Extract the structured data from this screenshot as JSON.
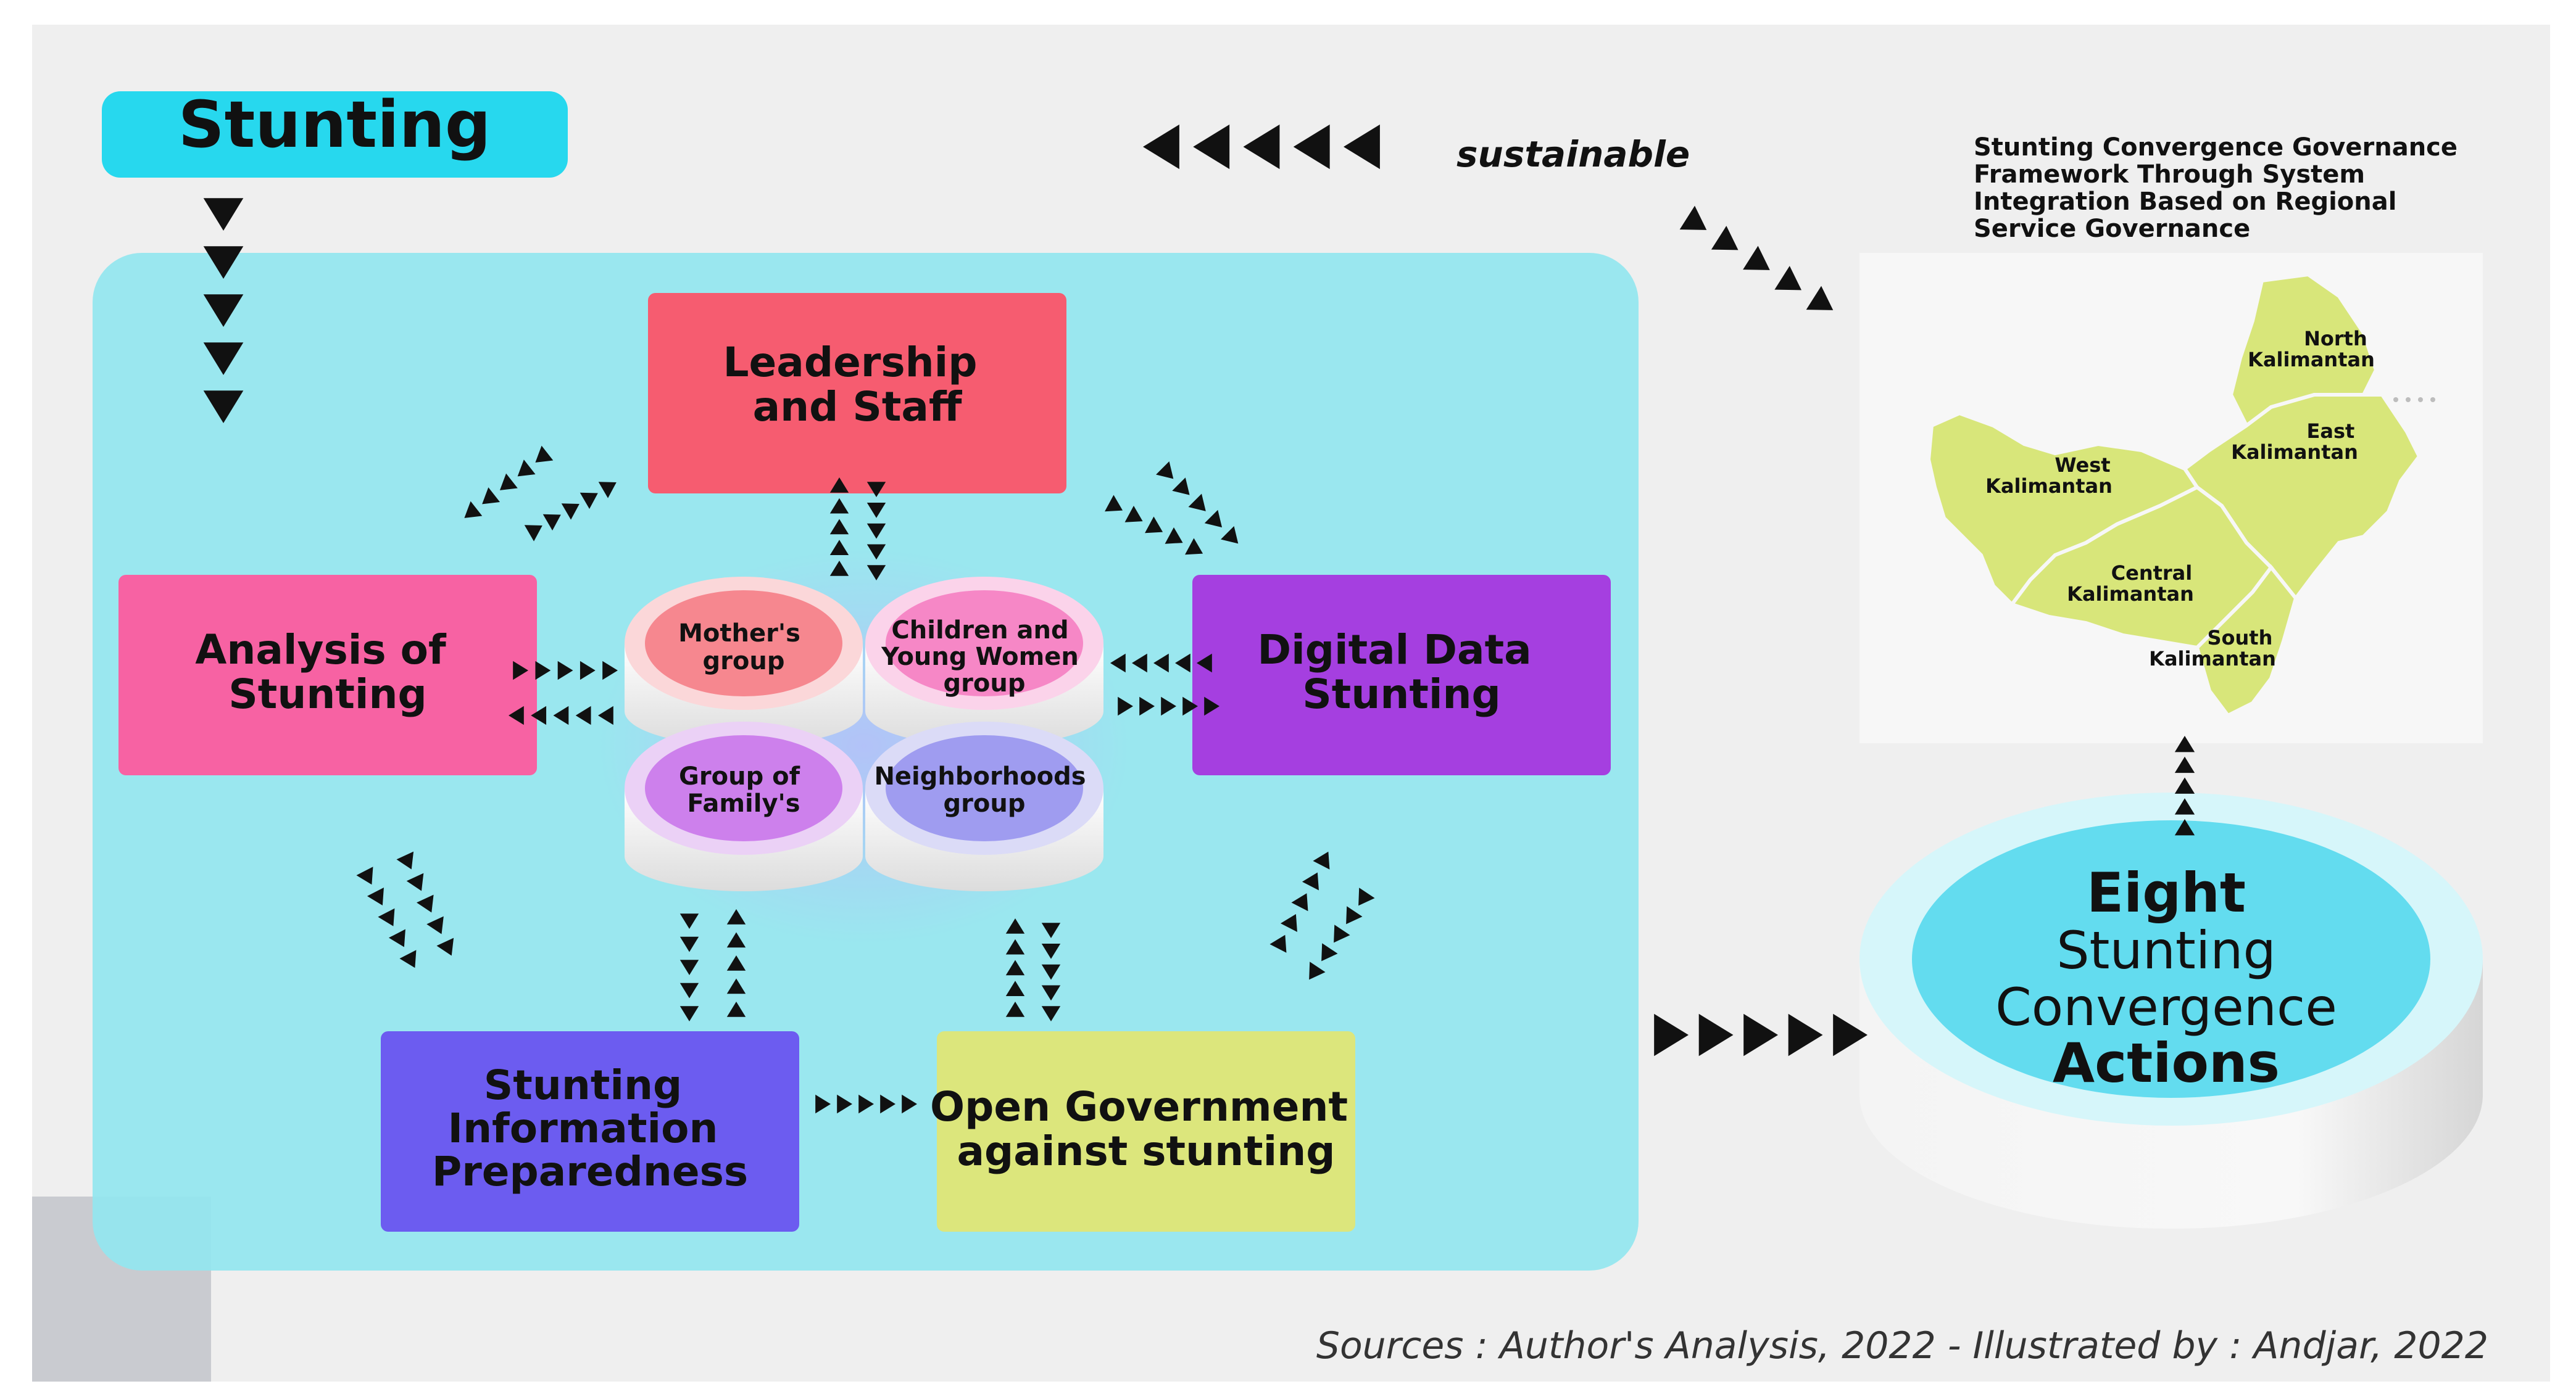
{
  "title": "Stunting",
  "sustainable_label": "sustainable",
  "framework_caption": [
    "Stunting Convergence Governance",
    "Framework Through System",
    "Integration Based on Regional",
    "Service Governance"
  ],
  "boxes": {
    "leadership": [
      "Leadership",
      "and Staff"
    ],
    "analysis": [
      "Analysis of",
      "Stunting"
    ],
    "digital": [
      "Digital Data",
      "Stunting"
    ],
    "information": [
      "Stunting",
      "Information",
      "Preparedness"
    ],
    "open_gov": [
      "Open Government",
      "against stunting"
    ]
  },
  "groups": {
    "mothers": [
      "Mother's",
      "group"
    ],
    "children": [
      "Children and",
      "Young Women",
      "group"
    ],
    "family": [
      "Group of",
      "Family's"
    ],
    "neighborhoods": [
      "Neighborhoods",
      "group"
    ]
  },
  "map_labels": {
    "north": [
      "North",
      "Kalimantan"
    ],
    "east": [
      "East",
      "Kalimantan"
    ],
    "west": [
      "West",
      "Kalimantan"
    ],
    "central": [
      "Central",
      "Kalimantan"
    ],
    "south": [
      "South",
      "Kalimantan"
    ]
  },
  "actions": {
    "line1": "Eight",
    "line2": "Stunting",
    "line3": "Convergence",
    "line4": "Actions"
  },
  "source_note": "Sources : Author's Analysis, 2022 - Illustrated by : Andjar, 2022",
  "colors": {
    "background": "#efefef",
    "panel": "#93e6ef",
    "title_bar": "#27d8ee",
    "leadership": "#f65c70",
    "analysis": "#f762a3",
    "digital": "#a53fe0",
    "information": "#6c5cf0",
    "open_gov": "#dce67c",
    "map_land": "#d8e67a",
    "actions_disk": "#63dcef"
  }
}
